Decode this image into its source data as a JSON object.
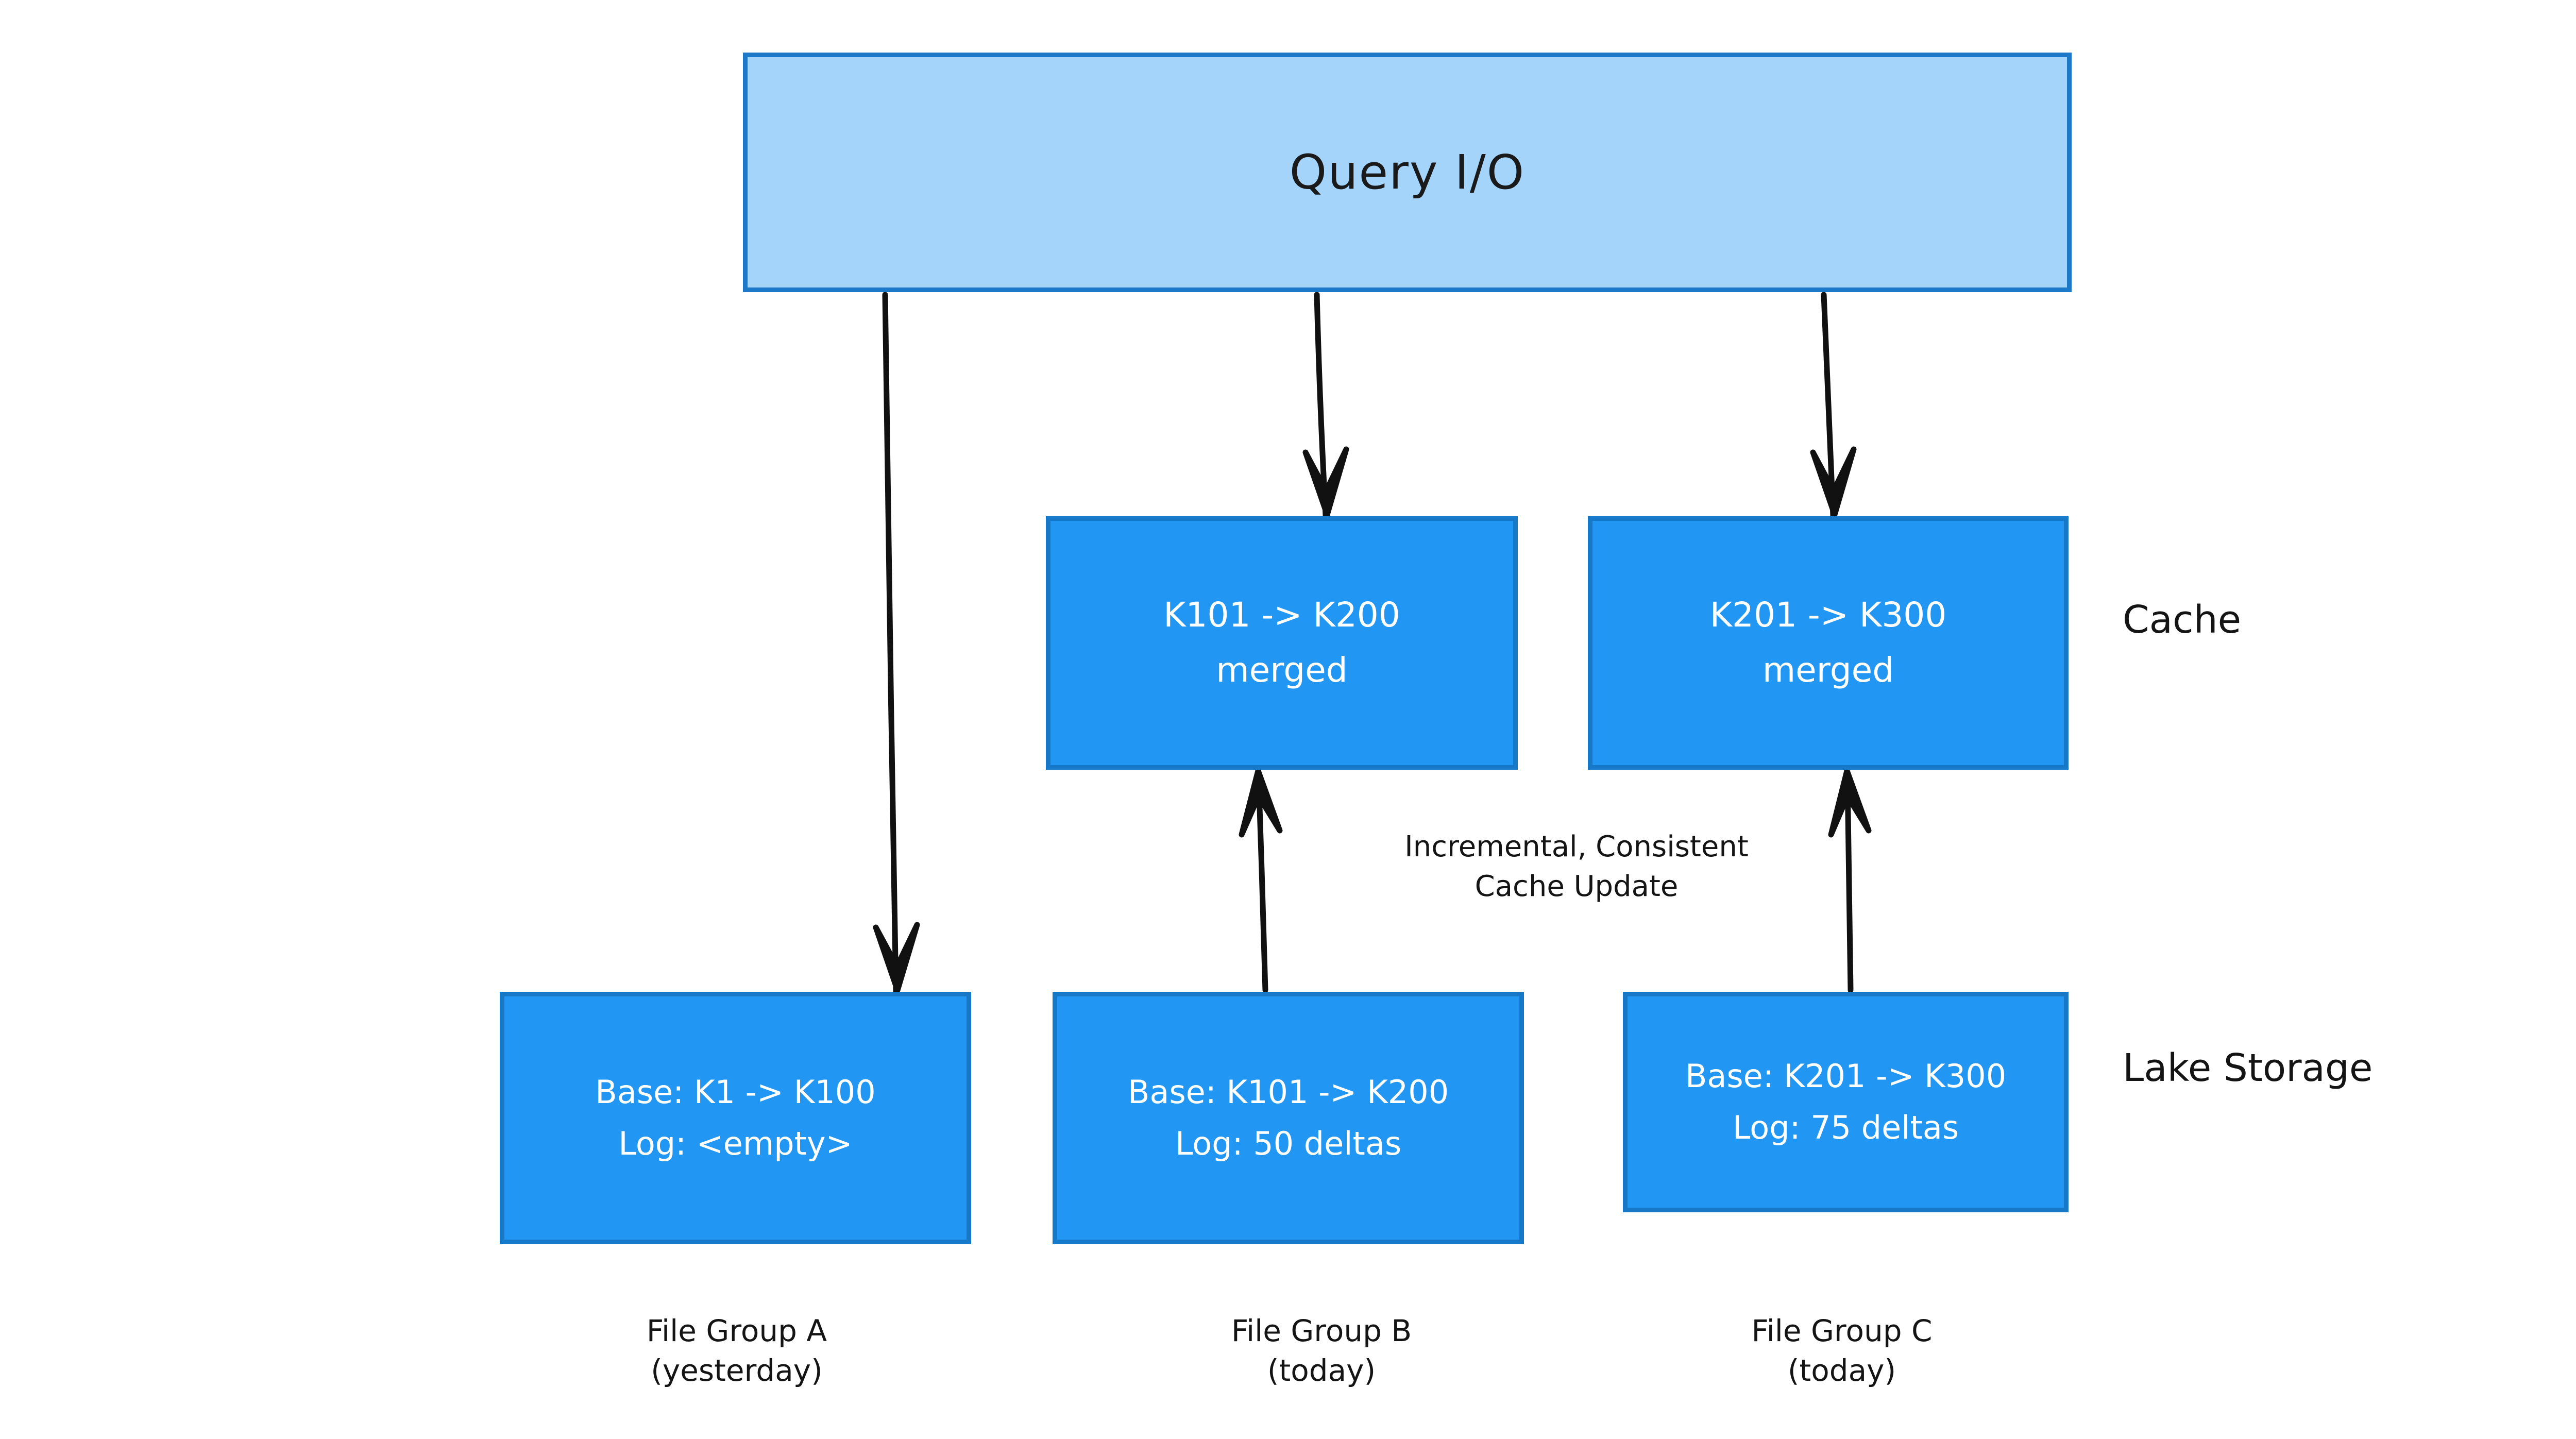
{
  "diagram": {
    "title_node": {
      "label": "Query I/O"
    },
    "cache_nodes": [
      {
        "id": "cache-b",
        "line1": "K101 -> K200",
        "line2": "merged"
      },
      {
        "id": "cache-c",
        "line1": "K201 -> K300",
        "line2": "merged"
      }
    ],
    "lake_nodes": [
      {
        "id": "lake-a",
        "line1": "Base: K1 -> K100",
        "line2": "Log: <empty>"
      },
      {
        "id": "lake-b",
        "line1": "Base: K101 -> K200",
        "line2": "Log: 50 deltas"
      },
      {
        "id": "lake-c",
        "line1": "Base: K201 -> K300",
        "line2": "Log: 75 deltas"
      }
    ],
    "tier_labels": {
      "cache": "Cache",
      "lake": "Lake Storage"
    },
    "captions": [
      {
        "line1": "File Group A",
        "line2": "(yesterday)"
      },
      {
        "line1": "File Group B",
        "line2": "(today)"
      },
      {
        "line1": "File Group C",
        "line2": "(today)"
      }
    ],
    "edge_annotation": {
      "line1": "Incremental, Consistent",
      "line2": "Cache Update"
    },
    "colors": {
      "header_fill": "#A5D4FB",
      "node_fill": "#2196F3",
      "node_border": "#1678C6",
      "text_on_node": "#FFFFFF",
      "text_outside": "#141414",
      "arrow": "#111111",
      "background": "#FFFFFF"
    }
  }
}
